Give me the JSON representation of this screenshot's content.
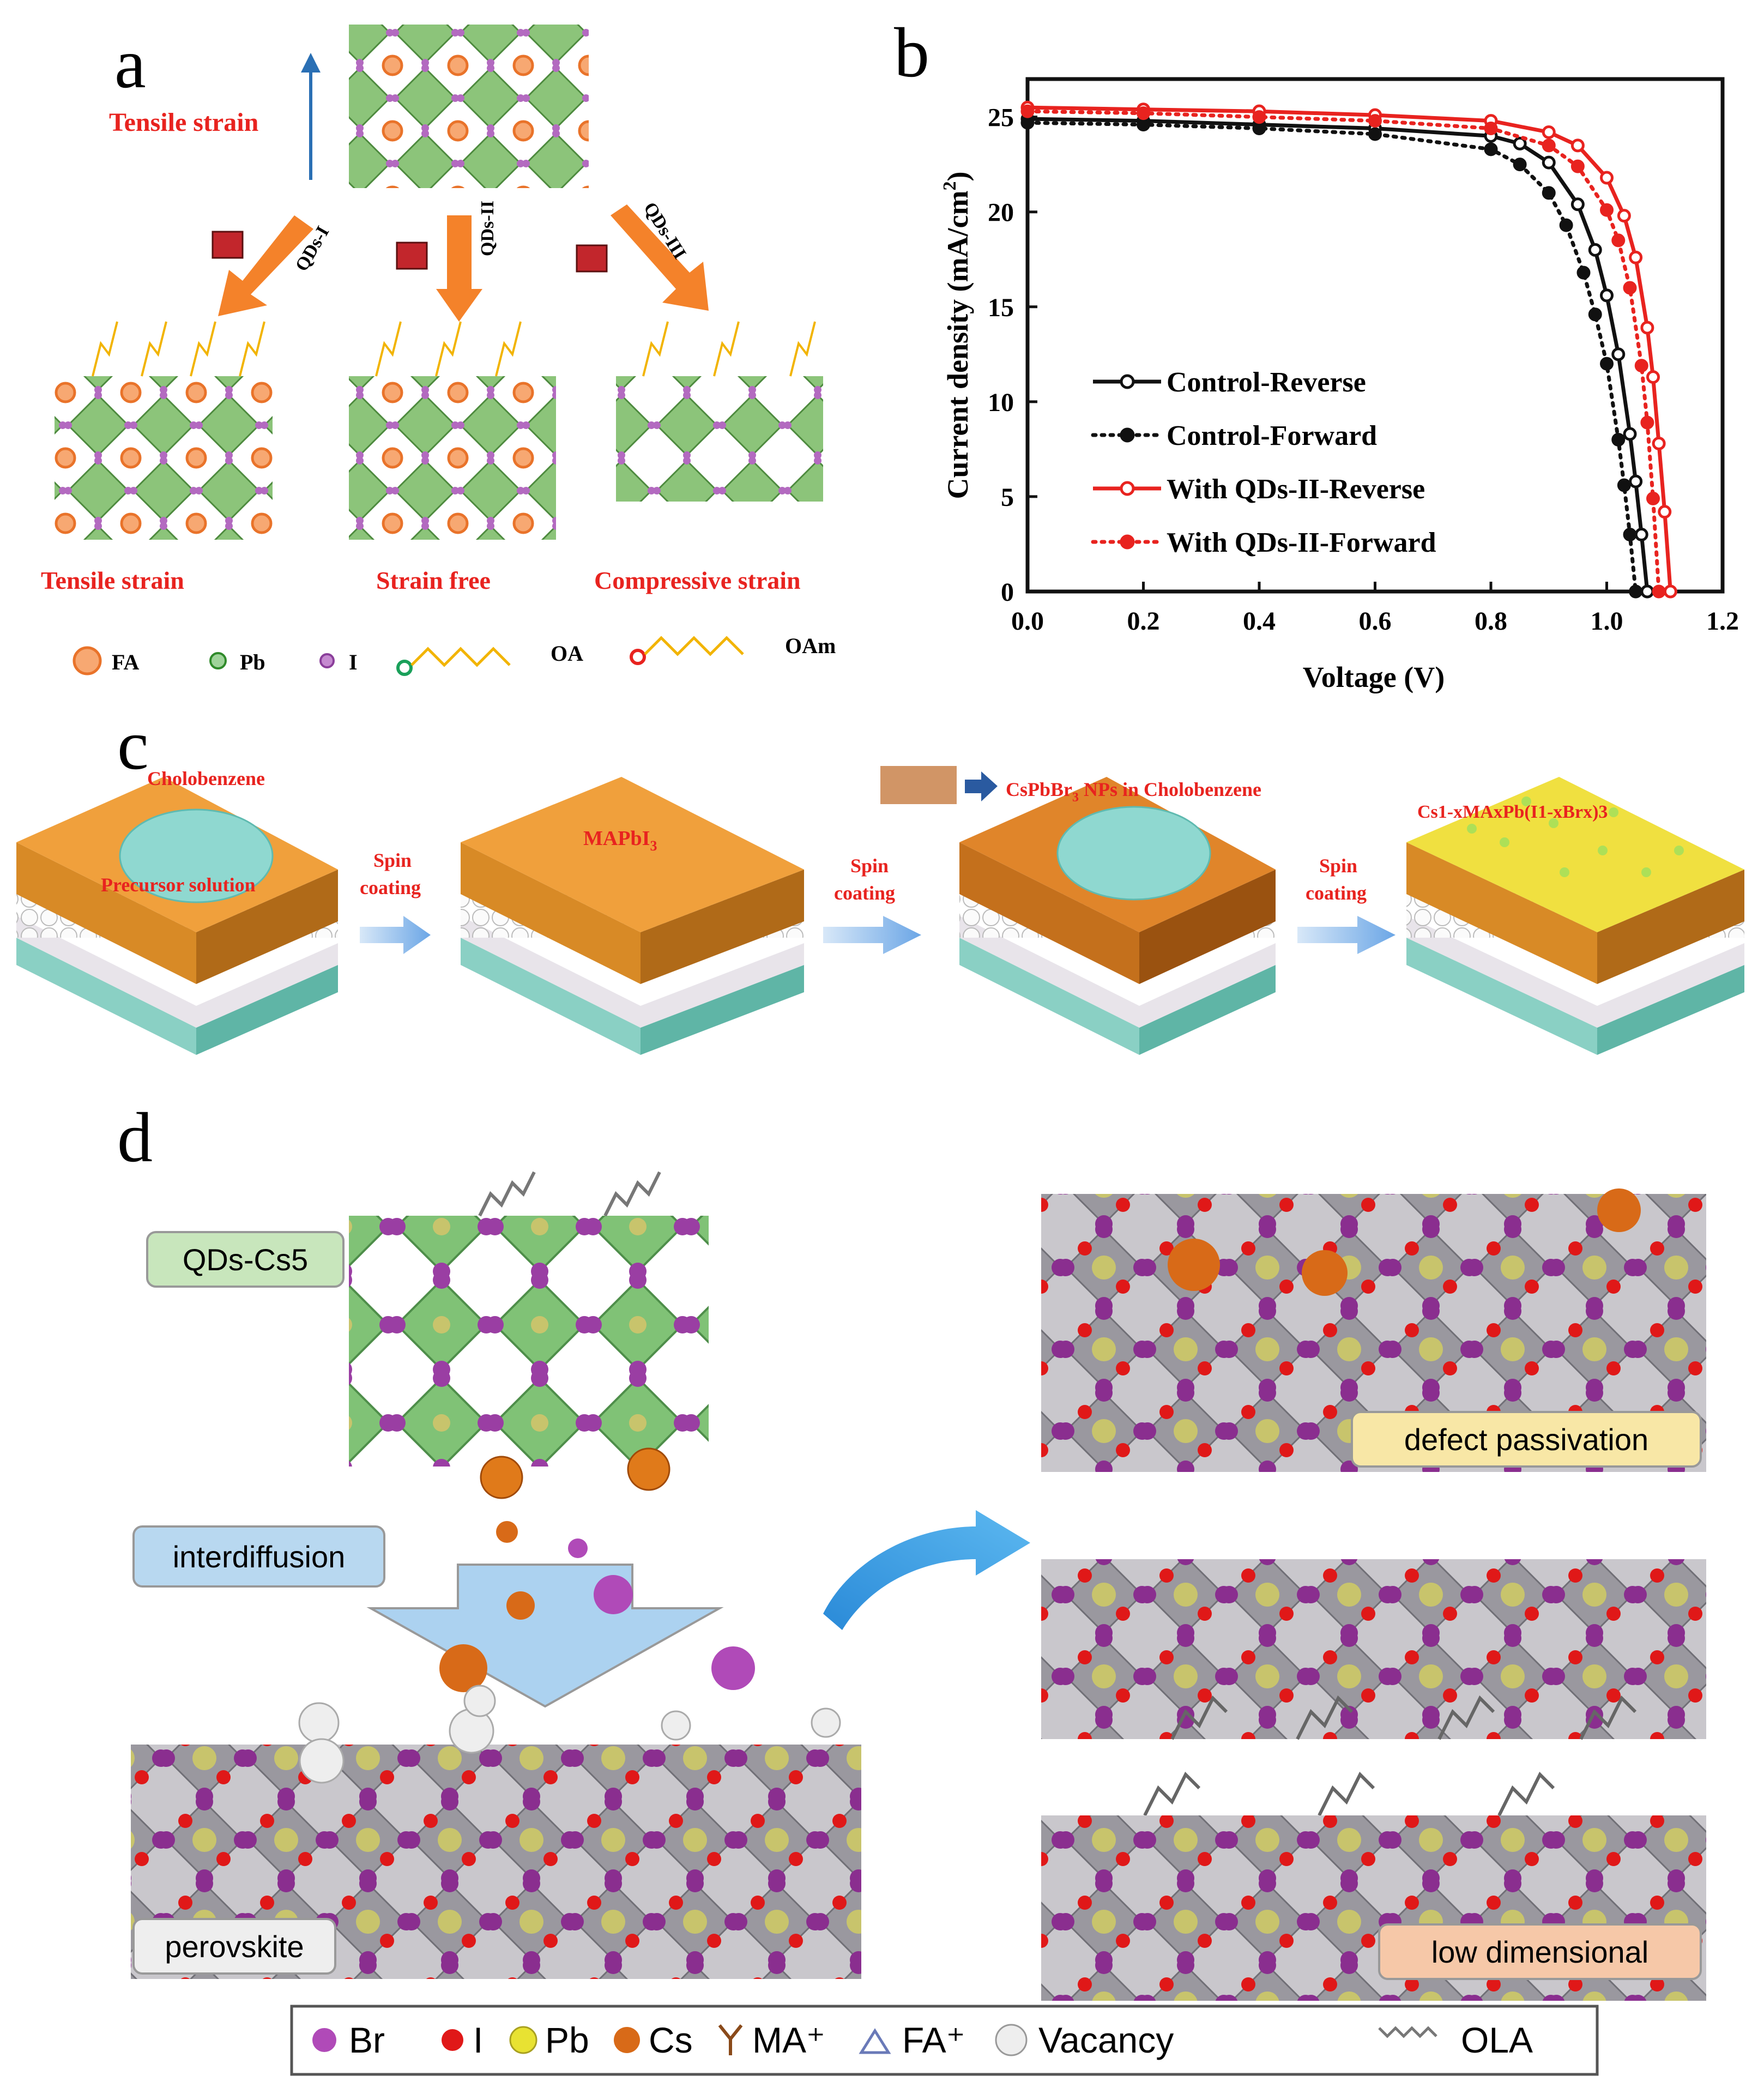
{
  "panel_labels": {
    "a": "a",
    "b": "b",
    "c": "c",
    "d": "d"
  },
  "panel_a": {
    "top_label": "Tensile strain",
    "arrows": [
      "QDs-I",
      "QDs-II",
      "QDs-III"
    ],
    "bottom_labels": [
      "Tensile strain",
      "Strain free",
      "Compressive strain"
    ],
    "legend": [
      "FA",
      "Pb",
      "I",
      "OA",
      "OAm"
    ],
    "colors": {
      "red_text": "#e8231f",
      "octahedron": "#7fbf6a",
      "fa": "#f08a3e",
      "arrow": "#f4822a"
    }
  },
  "panel_b": {
    "xlabel": "Voltage (V)",
    "ylabel": "Current density (mA/cm",
    "ylabel_sup": "2",
    "ylabel_close": ")"
  },
  "chart_data": {
    "type": "line",
    "xlabel": "Voltage (V)",
    "ylabel": "Current density (mA/cm2)",
    "xlim": [
      0.0,
      1.2
    ],
    "ylim": [
      0,
      27
    ],
    "xticks": [
      "0.0",
      "0.2",
      "0.4",
      "0.6",
      "0.8",
      "1.0",
      "1.2"
    ],
    "yticks": [
      "0",
      "5",
      "10",
      "15",
      "20",
      "25"
    ],
    "legend_position": "center-left",
    "series": [
      {
        "name": "Control-Reverse",
        "color": "#111111",
        "dash": "solid",
        "Jsc": 24.9,
        "Voc": 1.07,
        "knee": 0.9,
        "x": [
          0.0,
          0.2,
          0.4,
          0.6,
          0.8,
          0.85,
          0.9,
          0.95,
          0.98,
          1.0,
          1.02,
          1.04,
          1.05,
          1.06,
          1.07
        ],
        "y": [
          24.9,
          24.8,
          24.6,
          24.4,
          24.0,
          23.6,
          22.6,
          20.4,
          18.0,
          15.6,
          12.5,
          8.3,
          5.8,
          3.0,
          0.0
        ]
      },
      {
        "name": "Control-Forward",
        "color": "#111111",
        "dash": "dotted",
        "Jsc": 24.7,
        "Voc": 1.05,
        "knee": 0.86,
        "x": [
          0.0,
          0.2,
          0.4,
          0.6,
          0.8,
          0.85,
          0.9,
          0.93,
          0.96,
          0.98,
          1.0,
          1.02,
          1.03,
          1.04,
          1.05
        ],
        "y": [
          24.7,
          24.6,
          24.4,
          24.1,
          23.3,
          22.5,
          21.0,
          19.3,
          16.8,
          14.6,
          12.0,
          8.0,
          5.6,
          3.0,
          0.0
        ]
      },
      {
        "name": "With QDs-II-Reverse",
        "color": "#e8231f",
        "dash": "solid",
        "Jsc": 25.5,
        "Voc": 1.11,
        "knee": 0.94,
        "x": [
          0.0,
          0.2,
          0.4,
          0.6,
          0.8,
          0.9,
          0.95,
          1.0,
          1.03,
          1.05,
          1.07,
          1.08,
          1.09,
          1.1,
          1.11
        ],
        "y": [
          25.5,
          25.4,
          25.3,
          25.1,
          24.8,
          24.2,
          23.5,
          21.8,
          19.8,
          17.6,
          13.9,
          11.3,
          7.8,
          4.2,
          0.0
        ]
      },
      {
        "name": "With QDs-II-Forward",
        "color": "#e8231f",
        "dash": "dotted",
        "Jsc": 25.3,
        "Voc": 1.09,
        "knee": 0.92,
        "x": [
          0.0,
          0.2,
          0.4,
          0.6,
          0.8,
          0.9,
          0.95,
          1.0,
          1.02,
          1.04,
          1.06,
          1.07,
          1.08,
          1.09
        ],
        "y": [
          25.3,
          25.2,
          25.0,
          24.8,
          24.4,
          23.5,
          22.4,
          20.1,
          18.5,
          16.0,
          11.9,
          8.9,
          4.9,
          0.0
        ]
      }
    ]
  },
  "panel_c": {
    "step1_top": "Cholobenzene",
    "step1_bottom": "Precursor solution",
    "step2": "MAPbI",
    "step2_sub": "3",
    "spin_label": [
      "Spin",
      "coating"
    ],
    "step3_label": "CsPbBr",
    "step3_sub": "3",
    "step3_rest": " NPs in Cholobenzene",
    "step4_label": "Cs1-xMAxPb(I1-xBrx)3",
    "colors": {
      "film_orange": "#e0922a",
      "film_yellow": "#f0e040",
      "droplet": "#8fd8d0",
      "text_red": "#e8231f"
    }
  },
  "panel_d": {
    "qds_label": "QDs-Cs5",
    "interdiffusion_label": "interdiffusion",
    "perovskite_label": "perovskite",
    "defect_label": "defect passivation",
    "lowdim_label": "low dimensional",
    "legend": [
      "Br",
      "I",
      "Pb",
      "Cs",
      "MA⁺",
      "FA⁺",
      "Vacancy",
      "OLA"
    ],
    "colors": {
      "Br": "#a24aa8",
      "I": "#e01818",
      "Pb": "#e8e232",
      "Cs": "#d86a18",
      "vacancy": "#e0e0e0"
    }
  }
}
